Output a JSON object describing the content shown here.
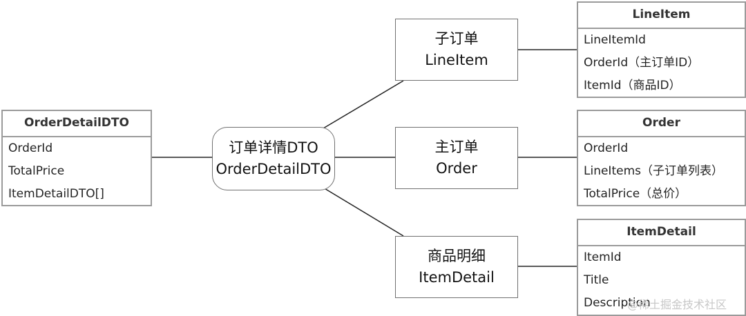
{
  "central": {
    "line1": "订单详情DTO",
    "line2": "OrderDetailDTO"
  },
  "nodes": {
    "lineitem": {
      "line1": "子订单",
      "line2": "LineItem"
    },
    "order": {
      "line1": "主订单",
      "line2": "Order"
    },
    "itemdetail": {
      "line1": "商品明细",
      "line2": "ItemDetail"
    }
  },
  "entities": {
    "orderdetaildto": {
      "title": "OrderDetailDTO",
      "fields": [
        "OrderId",
        "TotalPrice",
        "ItemDetailDTO[]"
      ]
    },
    "lineitem": {
      "title": "LineItem",
      "fields": [
        "LineItemId",
        "OrderId（主订单ID）",
        "ItemId（商品ID）"
      ]
    },
    "order": {
      "title": "Order",
      "fields": [
        "OrderId",
        "LineItems（子订单列表）",
        "TotalPrice（总价）"
      ]
    },
    "itemdetail": {
      "title": "ItemDetail",
      "fields": [
        "ItemId",
        "Title",
        "Description"
      ]
    }
  },
  "watermark": "@稀土掘金技术社区"
}
